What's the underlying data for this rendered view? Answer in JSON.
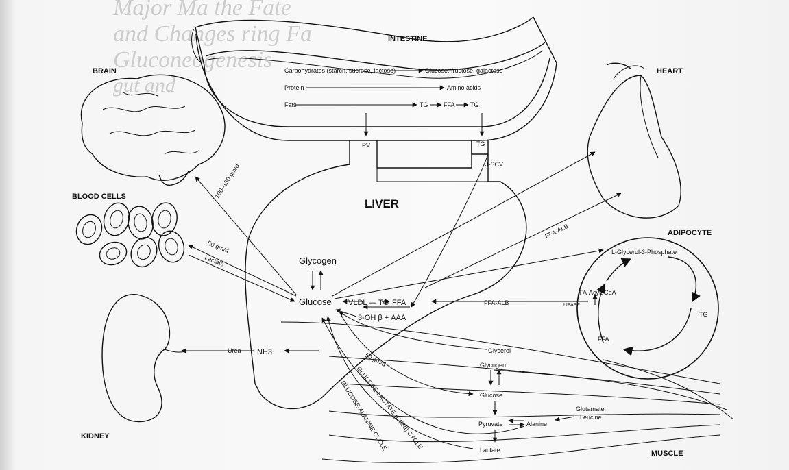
{
  "background_text": {
    "line1": "Major Ma   the Fate",
    "line2": "and Changes  ring Fa",
    "line3": "Gluconeogenesis",
    "line4": "gut and"
  },
  "organs": {
    "intestine": "INTESTINE",
    "brain": "BRAIN",
    "heart": "HEART",
    "blood_cells": "BLOOD CELLS",
    "liver": "LIVER",
    "adipocyte": "ADIPOCYTE",
    "kidney": "KIDNEY",
    "muscle": "MUSCLE"
  },
  "intestine_rows": {
    "carbs_src": "Carbohydrates (starch, sucrose, lactose)",
    "carbs_dst": "Glucose, fructose, galactose",
    "protein_src": "Protein",
    "protein_dst": "Amino acids",
    "fats_src": "Fats",
    "tg1": "TG",
    "ffa": "FFA",
    "tg2": "TG"
  },
  "vessels": {
    "pv": "PV",
    "tg": "TG",
    "jscv": "J-SCV"
  },
  "liver_labels": {
    "glycogen": "Glycogen",
    "glucose": "Glucose",
    "vldl_tg": "VLDL — TG",
    "ffa": "FFA",
    "ketones": "3-OH β + AAA",
    "nh3": "NH3",
    "urea": "Urea"
  },
  "flows": {
    "brain": "100–150 gm/d",
    "blood": "50 gm/d",
    "lactate": "Lactate",
    "ffa_alb_upper": "FFA-ALB",
    "ffa_alb_lower": "FFA-ALB",
    "muscle_rate": "50 gm/d",
    "cori": "GLUCOSE-LACTATE (CORI) CYCLE",
    "alanine_cycle": "GLUCOSE-ALANINE CYCLE"
  },
  "adipocyte_labels": {
    "g3p": "L-Glycerol-3-Phosphate",
    "tg": "TG",
    "fa_coa": "FA-AcyL CoA",
    "lipase": "LIPASE",
    "ffa": "FFA"
  },
  "muscle_labels": {
    "glycerol": "Glycerol",
    "glycogen": "Glycogen",
    "glucose": "Glucose",
    "pyruvate": "Pyruvate",
    "alanine": "Alanine",
    "glutamate": "Glutamate,",
    "leucine": "Leucine",
    "lactate": "Lactate"
  }
}
